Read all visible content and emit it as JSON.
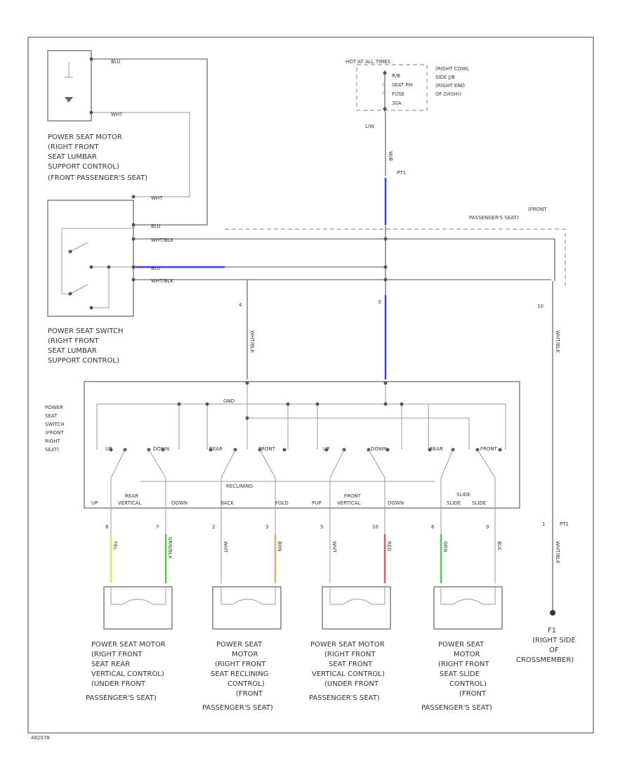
{
  "colors": {
    "blue_wire": "#3b3bff",
    "yellow_wire": "#e8e84a",
    "green_wire": "#4cd34c",
    "tan_wire": "#d9b36a",
    "red_wire": "#e85a5a",
    "wire_gray": "#888888"
  },
  "fuse": {
    "title": "HOT AT ALL TIMES",
    "fuse_text": [
      "R/B",
      "SEAT RH",
      "FUSE",
      "30A"
    ],
    "note": [
      "(RIGHT COWL",
      "SIDE J/B",
      "(RIGHT END",
      "OF DASH))"
    ]
  },
  "wire_labels": {
    "top_a": "L/W",
    "top_b": "W/B"
  },
  "connectors": {
    "pt1_top": "PT1",
    "pt1_bottom": "PT1",
    "pin_4": "4",
    "pin_3": "3",
    "pin_10": "10",
    "pin_1": "1"
  },
  "passenger_seat_note": [
    "(FRONT",
    "PASSENGER'S SEAT)"
  ],
  "lumbar_motor": {
    "pins": [
      "BLU",
      "WHT"
    ],
    "title": [
      "POWER SEAT MOTOR",
      "(RIGHT FRONT",
      "SEAT LUMBAR",
      "SUPPORT CONTROL)",
      "(FRONT PASSENGER'S SEAT)"
    ]
  },
  "lumbar_switch": {
    "wire_labels": [
      "WHT",
      "BLU",
      "WHT/BLK",
      "BLU",
      "WHT/BLK"
    ],
    "title": [
      "POWER SEAT SWITCH",
      "(RIGHT FRONT",
      "SEAT LUMBAR",
      "SUPPORT CONTROL)"
    ]
  },
  "main_switch": {
    "title": [
      "POWER",
      "SEAT",
      "SWITCH",
      "(FRONT",
      "RIGHT",
      "SEAT)"
    ],
    "top_label": "GND",
    "contacts": [
      "UP",
      "DOWN",
      "REAR",
      "FRONT",
      "UP",
      "DOWN",
      "REAR",
      "FRONT"
    ],
    "groups": [
      {
        "name": "REAR",
        "sub": "VERTICAL",
        "left": "UP",
        "right": "DOWN"
      },
      {
        "name": "RECLINING",
        "sub": "",
        "left": "BACK",
        "right": "FOLD"
      },
      {
        "name": "FRONT",
        "sub": "VERTICAL",
        "left": "PUP",
        "right": "DOWN"
      },
      {
        "name": "SLIDE",
        "sub": "",
        "left": "SLIDE",
        "right": "SLIDE"
      }
    ]
  },
  "motors": [
    {
      "pins": [
        "8",
        "7"
      ],
      "wires": [
        "YEL",
        "GRN/BLK"
      ],
      "title": [
        "POWER SEAT MOTOR",
        "(RIGHT FRONT",
        "SEAT REAR",
        "VERTICAL CONTROL)",
        "(UNDER FRONT",
        "PASSENGER'S SEAT)"
      ]
    },
    {
      "pins": [
        "2",
        "3"
      ],
      "wires": [
        "WHT",
        "BRN"
      ],
      "title": [
        "POWER SEAT",
        "MOTOR",
        "(RIGHT FRONT",
        "SEAT RECLINING",
        "CONTROL)",
        "(FRONT",
        "PASSENGER'S SEAT)"
      ]
    },
    {
      "pins": [
        "5",
        "10"
      ],
      "wires": [
        "WHT",
        "RED"
      ],
      "title": [
        "POWER SEAT MOTOR",
        "(RIGHT FRONT",
        "SEAT FRONT",
        "VERTICAL CONTROL)",
        "(UNDER FRONT",
        "PASSENGER'S SEAT)"
      ]
    },
    {
      "pins": [
        "6",
        "9"
      ],
      "wires": [
        "GRN",
        "BLK"
      ],
      "title": [
        "POWER SEAT",
        "MOTOR",
        "(RIGHT FRONT",
        "SEAT SLIDE",
        "CONTROL)",
        "(FRONT",
        "PASSENGER'S SEAT)"
      ]
    }
  ],
  "ground": {
    "wire": "WHT/BLK",
    "title": [
      "F1",
      "(RIGHT SIDE",
      "OF",
      "CROSSMEMBER)"
    ]
  },
  "footer_code": "482078"
}
